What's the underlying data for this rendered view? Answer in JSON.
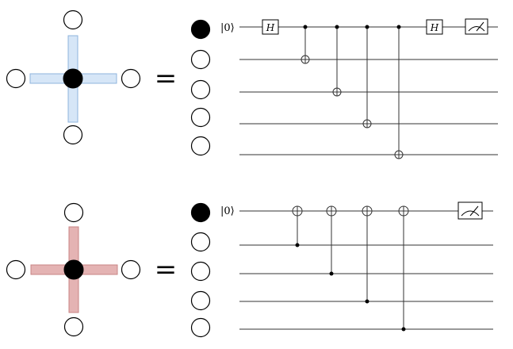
{
  "colors": {
    "x_stabilizer_fill": "#d6e6f7",
    "x_stabilizer_stroke": "#8fb4dc",
    "z_stabilizer_fill": "#e4b3b3",
    "z_stabilizer_stroke": "#c98585",
    "ancilla_fill": "#000000",
    "wire": "#333333"
  },
  "x_stabilizer": {
    "equals_sign": "=",
    "init_state": "|0⟩",
    "pre_gate_label": "H",
    "post_gate_label": "H",
    "cnot_targets": [
      1,
      2,
      3,
      4
    ],
    "meter_icon": "measurement-meter-icon"
  },
  "z_stabilizer": {
    "equals_sign": "=",
    "init_state": "|0⟩",
    "cnot_controls": [
      1,
      2,
      3,
      4
    ],
    "meter_icon": "measurement-meter-icon"
  }
}
